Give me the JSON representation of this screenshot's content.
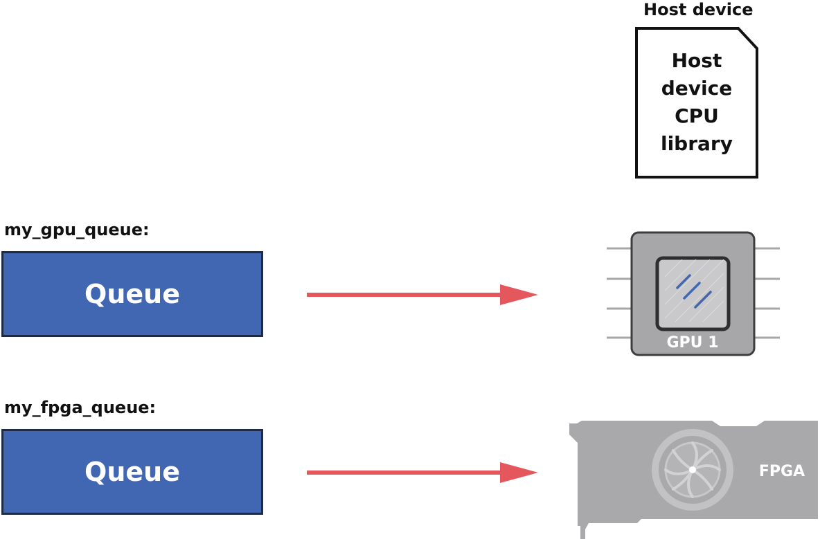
{
  "host": {
    "title": "Host device",
    "doc_lines": [
      "Host",
      "device",
      "CPU",
      "library"
    ]
  },
  "queues": [
    {
      "name": "my_gpu_queue:",
      "box_label": "Queue",
      "target": "GPU 1"
    },
    {
      "name": "my_fpga_queue:",
      "box_label": "Queue",
      "target": "FPGA"
    }
  ],
  "colors": {
    "queue_fill": "#4267b2",
    "arrow": "#e4575c",
    "chip_gray": "#a7a7a9",
    "card_gray": "#a9a9ab"
  },
  "icons": [
    "document-icon",
    "gpu-chip-icon",
    "fpga-card-icon",
    "arrow-icon"
  ]
}
